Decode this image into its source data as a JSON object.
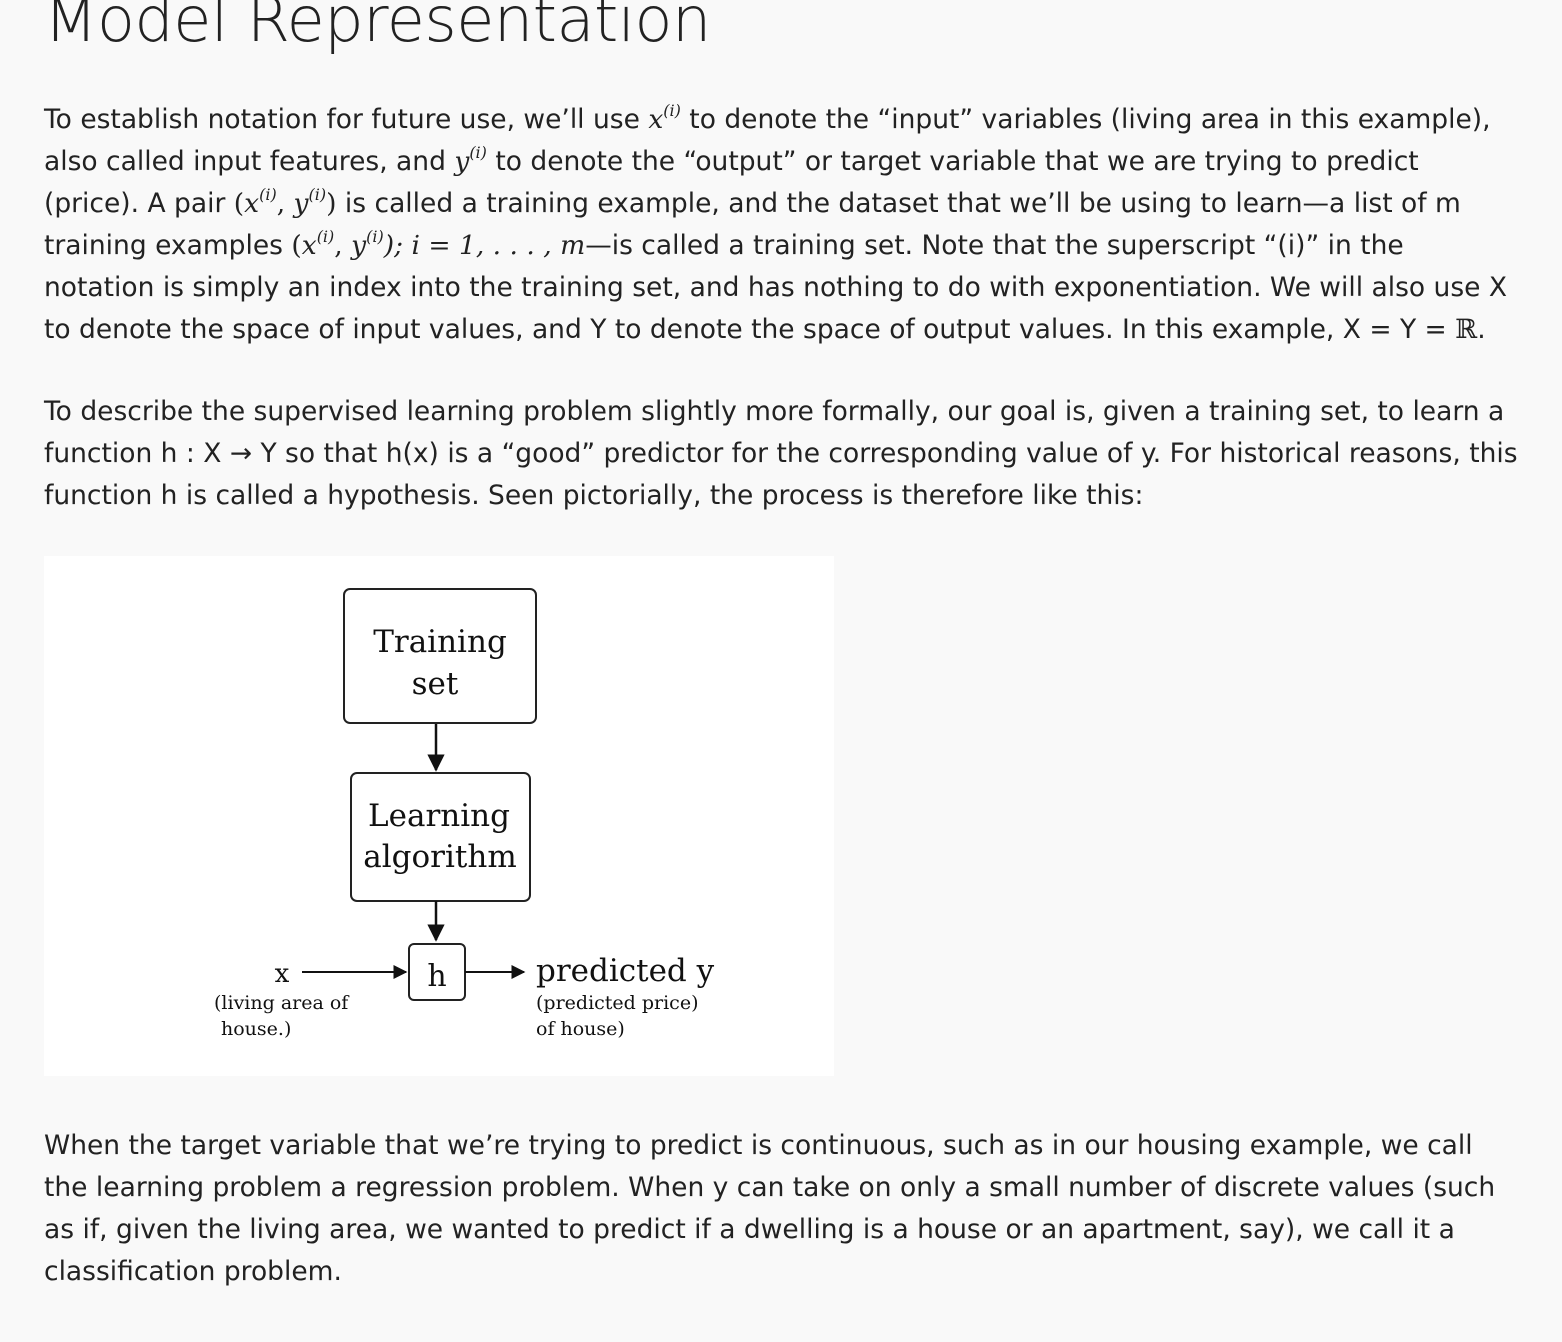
{
  "title": "Model Representation",
  "p1": {
    "a": "To establish notation for future use, we’ll use ",
    "x": "x",
    "sup_i": "(i)",
    "b": " to denote the “input” variables (living area in this example), also called input features, and ",
    "y": "y",
    "c": " to denote the “output” or target variable that we are trying to predict (price). A pair ",
    "pair_open": "(",
    "comma": ", ",
    "pair_close": ")",
    "d": " is called a training example, and the dataset that we’ll be using to learn—a list of m training examples ",
    "set_tail": "); i = 1, . . . , m",
    "e": "—is called a training set. Note that the superscript “(i)” in the notation is simply an index into the training set, and has nothing to do with exponentiation. We will also use X to denote the space of input values, and Y to denote the space of output values. In this example, X = Y = ",
    "reals": "ℝ",
    "end": "."
  },
  "p2": "To describe the supervised learning problem slightly more formally, our goal is, given a training set, to learn a function h : X → Y so that h(x) is a “good” predictor for the corresponding value of y. For historical reasons, this function h is called a hypothesis. Seen pictorially, the process is therefore like this:",
  "diagram": {
    "training_set_line1": "Training",
    "training_set_line2": "set",
    "learning_line1": "Learning",
    "learning_line2": "algorithm",
    "h": "h",
    "x": "x",
    "x_note_line1": "(living area of",
    "x_note_line2": "house.)",
    "predicted": "predicted y",
    "pred_note_line1": "(predicted price)",
    "pred_note_line2": "of house)"
  },
  "p3": "When the target variable that we’re trying to predict is continuous, such as in our housing example, we call the learning problem a regression problem. When y can take on only a small number of discrete values (such as if, given the living area, we wanted to predict if a dwelling is a house or an apartment, say), we call it a classification problem."
}
